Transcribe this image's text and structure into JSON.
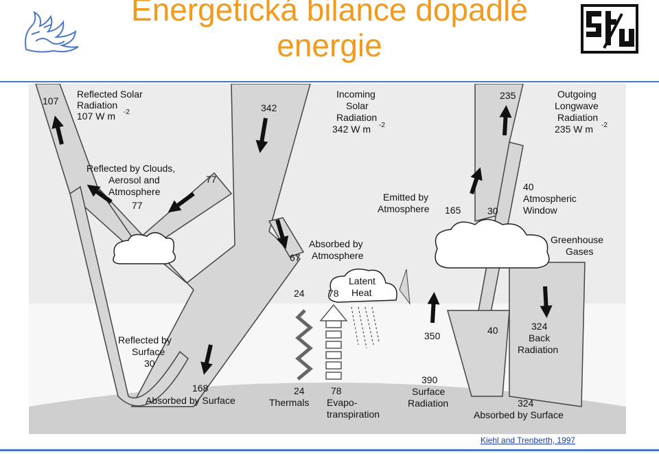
{
  "title": "Energetická bilance dopadlé energie",
  "citation": "Kiehl and Trenberth, 1997",
  "colors": {
    "title": "#f29a1c",
    "rule": "#4a78c8",
    "citation": "#1b3fa8",
    "beam": "#d6d6d6",
    "background": "#eeeeee"
  },
  "diagram": {
    "reflected_solar": {
      "value": "107",
      "label1": "Reflected Solar",
      "label2": "Radiation",
      "label3": "107 W m",
      "exp": "-2"
    },
    "incoming_solar": {
      "value": "342",
      "label1": "Incoming",
      "label2": "Solar",
      "label3": "Radiation",
      "label4": "342 W m",
      "exp": "-2"
    },
    "outgoing_longwave": {
      "value": "235",
      "label1": "Outgoing",
      "label2": "Longwave",
      "label3": "Radiation",
      "label4": "235 W m",
      "exp": "-2"
    },
    "reflected_clouds": {
      "label1": "Reflected by Clouds,",
      "label2": "Aerosol and",
      "label3": "Atmosphere",
      "value_left": "77",
      "value_right": "77"
    },
    "emitted_atmosphere": {
      "label1": "Emitted by",
      "label2": "Atmosphere",
      "value": "165"
    },
    "atmospheric_window": {
      "value": "40",
      "label1": "Atmospheric",
      "label2": "Window",
      "value_30": "30"
    },
    "greenhouse": {
      "label1": "Greenhouse",
      "label2": "Gases"
    },
    "absorbed_atmosphere": {
      "value": "67",
      "label1": "Absorbed by",
      "label2": "Atmosphere"
    },
    "latent_heat": {
      "label1": "Latent",
      "label2": "Heat"
    },
    "thermals": {
      "value_top": "24",
      "value_bottom": "24",
      "label": "Thermals"
    },
    "evapotranspiration": {
      "value_top": "78",
      "value_bottom": "78",
      "label1": "Evapo-",
      "label2": "transpiration"
    },
    "reflected_surface": {
      "label1": "Reflected by",
      "label2": "Surface",
      "value": "30"
    },
    "absorbed_surface_left": {
      "value": "168",
      "label": "Absorbed by Surface"
    },
    "surface_radiation": {
      "value_up": "350",
      "value": "390",
      "label1": "Surface",
      "label2": "Radiation"
    },
    "window_bottom": {
      "value": "40"
    },
    "back_radiation": {
      "value": "324",
      "label1": "Back",
      "label2": "Radiation"
    },
    "absorbed_surface_right": {
      "value": "324",
      "label": "Absorbed by Surface"
    }
  }
}
